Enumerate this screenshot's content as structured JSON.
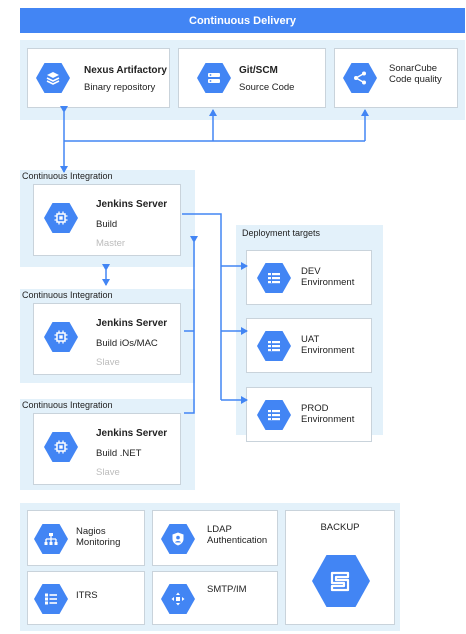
{
  "header": {
    "title": "Continuous Delivery"
  },
  "top_tools": [
    {
      "title": "Nexus Artifactory",
      "subtitle": "Binary repository",
      "icon": "layers-icon"
    },
    {
      "title": "Git/SCM",
      "subtitle": "Source Code",
      "icon": "storage-icon"
    },
    {
      "title": "SonarCube",
      "subtitle": "Code quality",
      "icon": "share-icon"
    }
  ],
  "ci_sections": [
    {
      "label": "Continuous Integration",
      "title": "Jenkins Server",
      "subtitle": "Build",
      "role": "Master",
      "icon": "chip-icon"
    },
    {
      "label": "Continuous Integration",
      "title": "Jenkins Server",
      "subtitle": "Build iOs/MAC",
      "role": "Slave",
      "icon": "chip-icon"
    },
    {
      "label": "Continuous Integration",
      "title": "Jenkins Server",
      "subtitle": "Build .NET",
      "role": "Slave",
      "icon": "chip-icon"
    }
  ],
  "deployment": {
    "label": "Deployment targets",
    "targets": [
      {
        "name": "DEV",
        "desc": "Environment",
        "icon": "list-icon"
      },
      {
        "name": "UAT",
        "desc": "Environment",
        "icon": "list-icon"
      },
      {
        "name": "PROD",
        "desc": "Environment",
        "icon": "list-icon"
      }
    ]
  },
  "infra": [
    {
      "title": "Nagios",
      "subtitle": "Monitoring",
      "icon": "hierarchy-icon"
    },
    {
      "title": "LDAP",
      "subtitle": "Authentication",
      "icon": "shield-user-icon"
    },
    {
      "title": "ITRS",
      "subtitle": "",
      "icon": "list-bullet-icon"
    },
    {
      "title": "SMTP/IM",
      "subtitle": "",
      "icon": "routing-icon"
    },
    {
      "title": "BACKUP",
      "subtitle": "",
      "icon": "backup-icon"
    }
  ],
  "colors": {
    "accent": "#4285f4",
    "band": "#e3f1fa",
    "muted": "#bcbcbc"
  }
}
